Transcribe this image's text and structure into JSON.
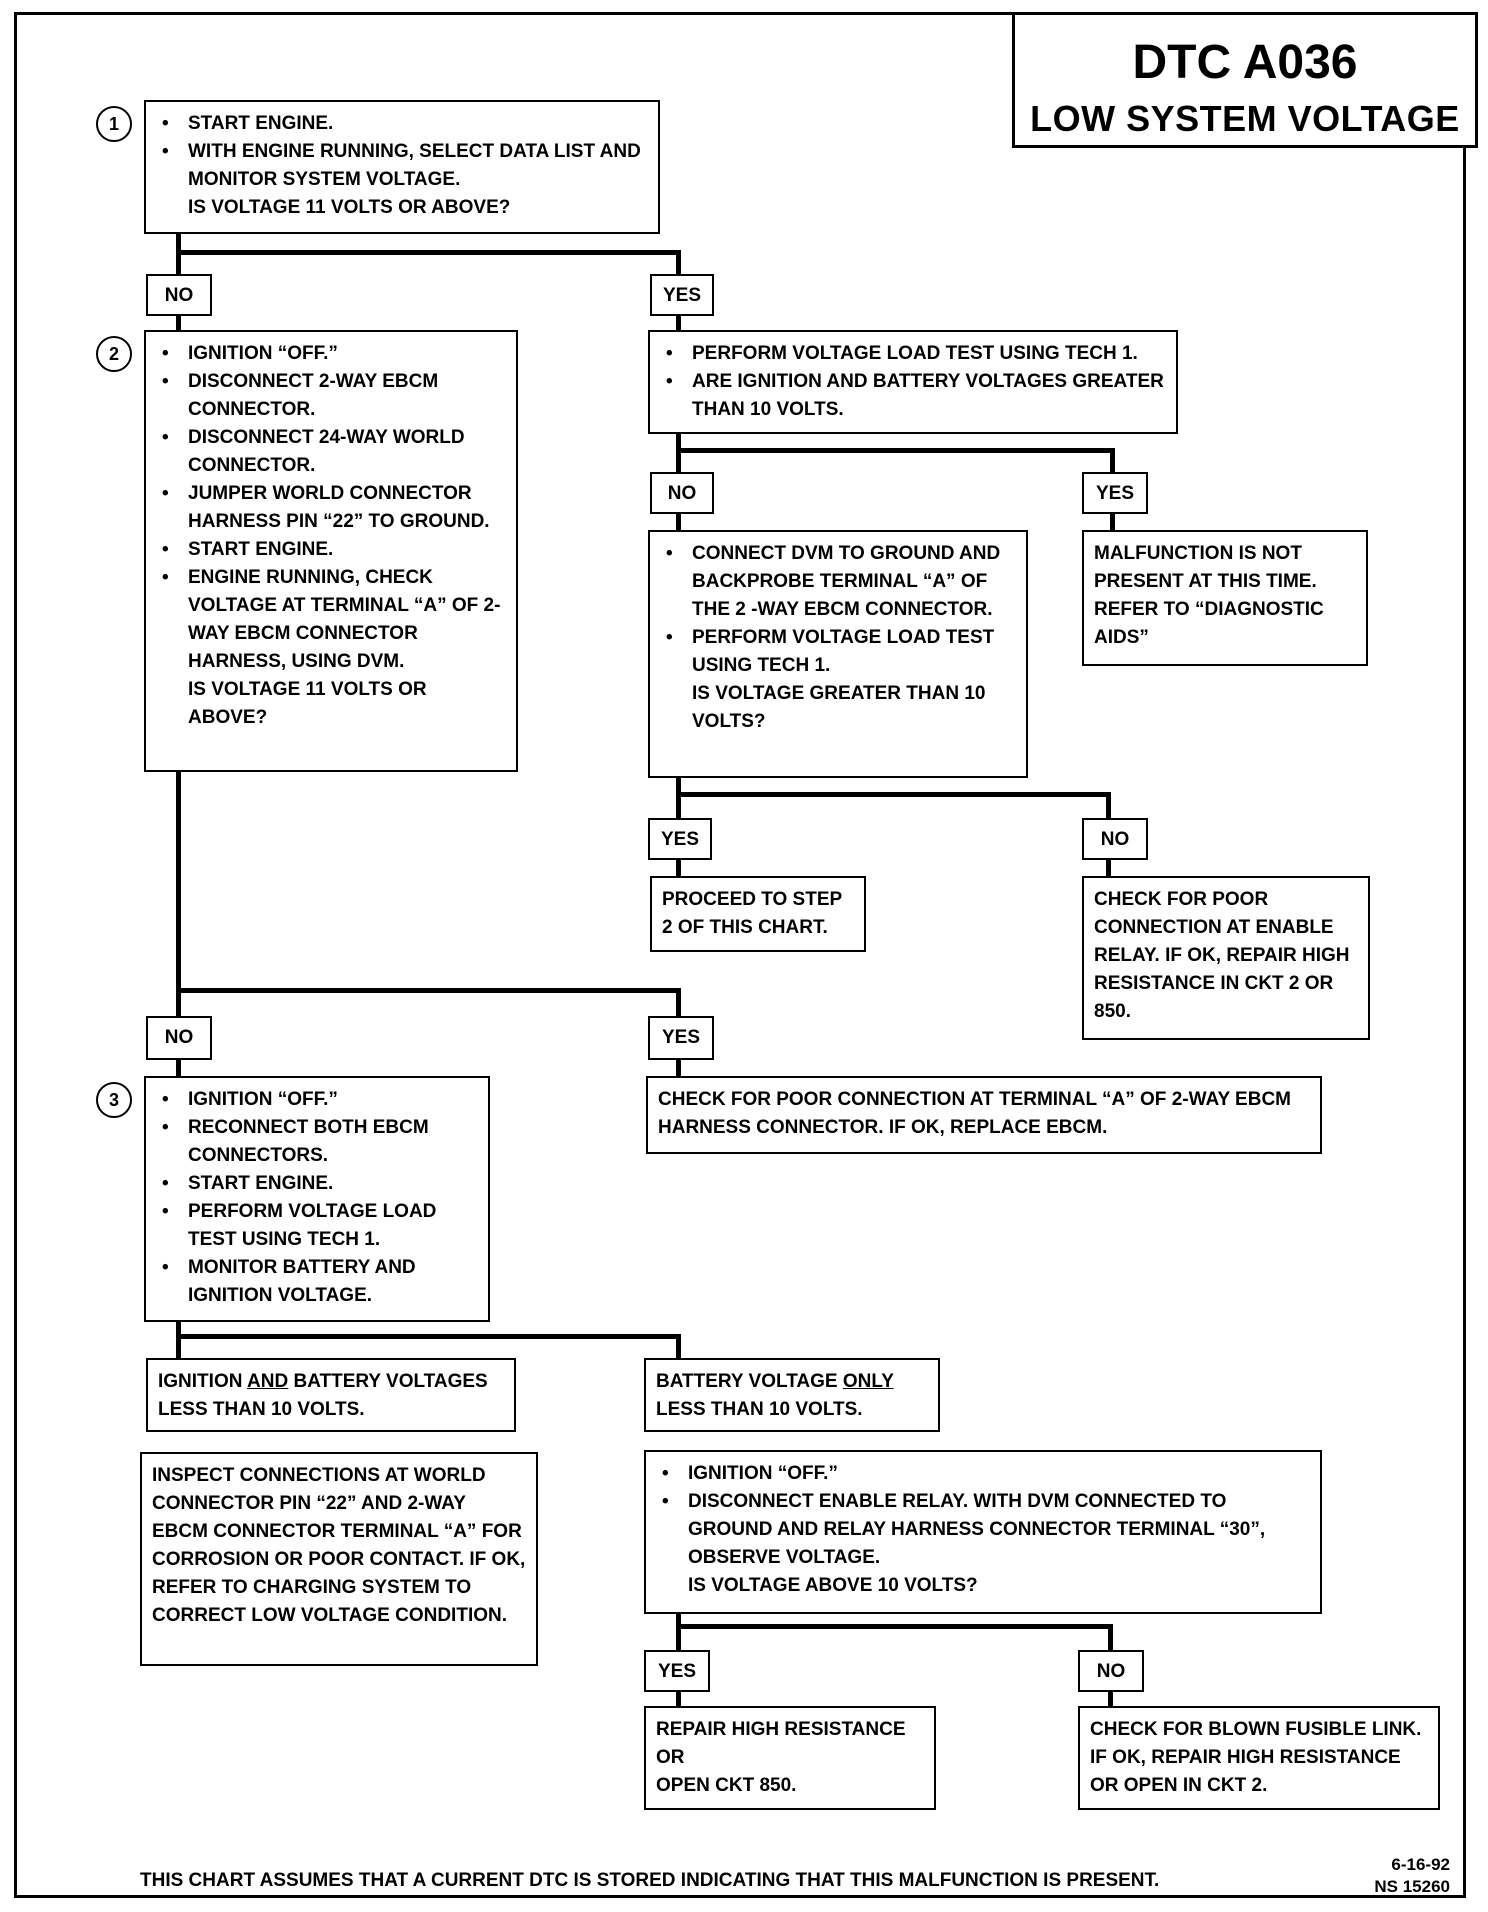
{
  "title": {
    "code": "DTC A036",
    "subtitle": "LOW SYSTEM VOLTAGE"
  },
  "steps": [
    "1",
    "2",
    "3"
  ],
  "boxes": {
    "step1": {
      "bullets": [
        "START ENGINE.",
        "WITH ENGINE RUNNING, SELECT DATA LIST AND MONITOR SYSTEM VOLTAGE."
      ],
      "question": "IS VOLTAGE 11 VOLTS OR ABOVE?"
    },
    "step2": {
      "bullets": [
        "IGNITION “OFF.”",
        "DISCONNECT 2-WAY EBCM CONNECTOR.",
        "DISCONNECT 24-WAY WORLD CONNECTOR.",
        "JUMPER WORLD CONNECTOR HARNESS PIN “22” TO GROUND.",
        "START ENGINE.",
        "ENGINE RUNNING, CHECK VOLTAGE AT TERMINAL “A” OF 2-WAY EBCM CONNECTOR HARNESS, USING DVM."
      ],
      "question": "IS VOLTAGE 11 VOLTS OR ABOVE?"
    },
    "yes1": {
      "bullets": [
        "PERFORM VOLTAGE LOAD TEST USING TECH 1.",
        "ARE IGNITION AND BATTERY VOLTAGES GREATER THAN 10 VOLTS."
      ]
    },
    "no_yes1": {
      "bullets": [
        "CONNECT DVM TO GROUND AND BACKPROBE TERMINAL “A” OF THE 2 -WAY EBCM CONNECTOR.",
        "PERFORM VOLTAGE LOAD TEST USING TECH 1."
      ],
      "question": "IS VOLTAGE GREATER THAN 10 VOLTS?"
    },
    "malfunction": {
      "text": "MALFUNCTION IS NOT PRESENT AT THIS TIME. REFER TO “DIAGNOSTIC AIDS”"
    },
    "proceed": {
      "text": "PROCEED TO STEP 2 OF THIS CHART."
    },
    "poor_relay": {
      "text": "CHECK FOR POOR CONNECTION AT ENABLE RELAY. IF OK, REPAIR HIGH RESISTANCE IN CKT 2 OR 850."
    },
    "poor_terminal": {
      "text": "CHECK FOR POOR CONNECTION AT TERMINAL “A” OF 2-WAY EBCM HARNESS CONNECTOR. IF OK, REPLACE EBCM."
    },
    "step3": {
      "bullets": [
        "IGNITION “OFF.”",
        "RECONNECT BOTH EBCM CONNECTORS.",
        "START ENGINE.",
        "PERFORM VOLTAGE LOAD TEST USING TECH 1.",
        "MONITOR BATTERY AND IGNITION VOLTAGE."
      ]
    },
    "ign_batt_low": {
      "pre": "IGNITION ",
      "underlined": "AND",
      "post": " BATTERY VOLTAGES LESS THAN 10 VOLTS."
    },
    "batt_only_low": {
      "pre": "BATTERY VOLTAGE ",
      "underlined": "ONLY",
      "post": " LESS THAN 10 VOLTS."
    },
    "inspect": {
      "text": "INSPECT CONNECTIONS AT WORLD CONNECTOR PIN “22” AND 2-WAY EBCM CONNECTOR TERMINAL “A” FOR CORROSION OR POOR CONTACT. IF OK, REFER TO CHARGING SYSTEM TO CORRECT LOW VOLTAGE CONDITION."
    },
    "relay_test": {
      "bullets": [
        "IGNITION “OFF.”",
        "DISCONNECT ENABLE RELAY. WITH DVM CONNECTED TO GROUND AND RELAY HARNESS CONNECTOR TERMINAL “30”, OBSERVE VOLTAGE."
      ],
      "question": "IS VOLTAGE ABOVE 10 VOLTS?"
    },
    "repair_850": {
      "line1": "REPAIR HIGH RESISTANCE",
      "line2": "OR",
      "line3": "OPEN CKT 850."
    },
    "fusible": {
      "text": "CHECK FOR BLOWN FUSIBLE LINK. IF OK, REPAIR HIGH RESISTANCE OR OPEN IN CKT 2."
    }
  },
  "labels": {
    "no": "NO",
    "yes": "YES"
  },
  "footer": {
    "note": "THIS CHART ASSUMES THAT A CURRENT DTC IS STORED INDICATING THAT THIS MALFUNCTION IS PRESENT.",
    "date": "6-16-92",
    "code": "NS 15260"
  }
}
